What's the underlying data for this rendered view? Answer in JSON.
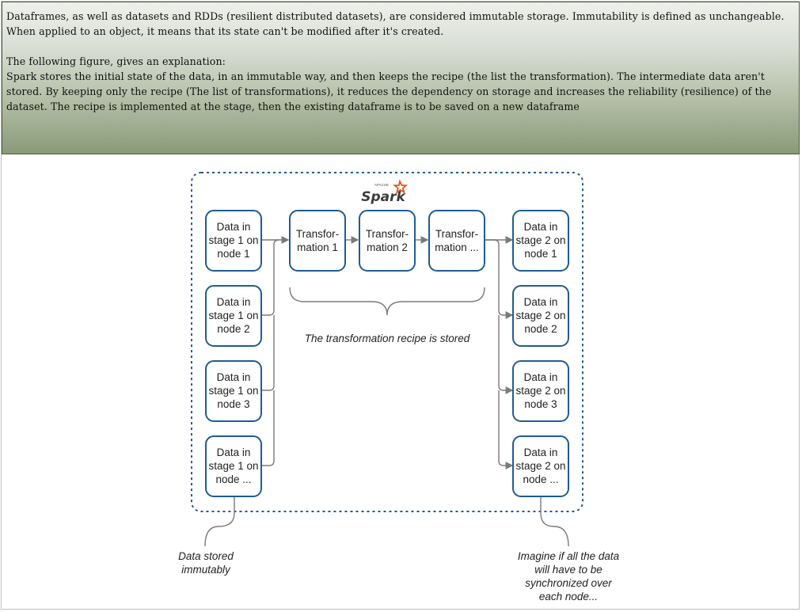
{
  "intro": {
    "line1": "Dataframes, as well as datasets and RDDs (resilient distributed datasets), are considered immutable storage. Immutability is defined as unchangeable. When applied to an object, it means that its state can't be modified after it's created.",
    "line2": "The following figure, gives an explanation:",
    "line3": "Spark stores the initial state of the data, in an immutable way, and then keeps the recipe (the list the transformation). The intermediate data aren't stored. By keeping only the recipe (The list of transformations), it reduces the dependency on storage and increases the reliability (resilience) of the dataset. The recipe is implemented at the stage, then the existing dataframe is to be saved on a new dataframe"
  },
  "diagram": {
    "logo_small": "APACHE",
    "logo": "Spark",
    "stage1": [
      [
        "Data in",
        "stage 1 on",
        "node 1"
      ],
      [
        "Data in",
        "stage 1 on",
        "node 2"
      ],
      [
        "Data in",
        "stage 1 on",
        "node 3"
      ],
      [
        "Data in",
        "stage 1 on",
        "node ..."
      ]
    ],
    "transforms": [
      [
        "Transfor-",
        "mation 1"
      ],
      [
        "Transfor-",
        "mation 2"
      ],
      [
        "Transfor-",
        "mation ..."
      ]
    ],
    "stage2": [
      [
        "Data in",
        "stage 2 on",
        "node 1"
      ],
      [
        "Data in",
        "stage 2 on",
        "node 2"
      ],
      [
        "Data in",
        "stage 2 on",
        "node 3"
      ],
      [
        "Data in",
        "stage 2 on",
        "node ..."
      ]
    ],
    "recipe_caption": "The transformation recipe is stored",
    "left_caption": [
      "Data stored",
      "immutably"
    ],
    "right_caption": [
      "Imagine if all the data",
      "will have to be",
      "synchronized over",
      "each node..."
    ]
  },
  "colors": {
    "box_border": "#1f5c96",
    "spark_orange": "#e25a1c",
    "header_green": "#8a9a78"
  }
}
